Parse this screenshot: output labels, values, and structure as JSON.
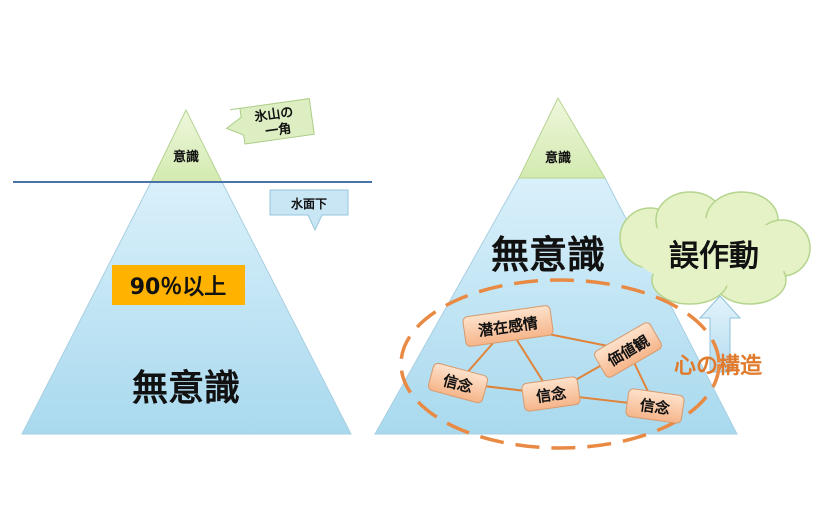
{
  "left": {
    "tip_label": "意識",
    "callout_tip": "氷山の\n一角",
    "callout_water": "水面下",
    "percent_label": "90％以上",
    "body_label": "無意識"
  },
  "right": {
    "tip_label": "意識",
    "body_label": "無意識",
    "cloud_label": "誤作動",
    "structure_label": "心の構造",
    "nodes": [
      "潜在感情",
      "価値観",
      "信念",
      "信念",
      "信念"
    ]
  },
  "colors": {
    "ice_top": "#e2f1c8",
    "ice_body": "#bfe4f3",
    "waterline": "#4a73a8",
    "percent_bg": "#ffb300",
    "node_fill": "#fbc9a5",
    "network": "#e0843c",
    "structure_text": "#e07a2c",
    "cloud_fill": "#e4f2c6",
    "arrow_fill": "#c4e2f2"
  }
}
